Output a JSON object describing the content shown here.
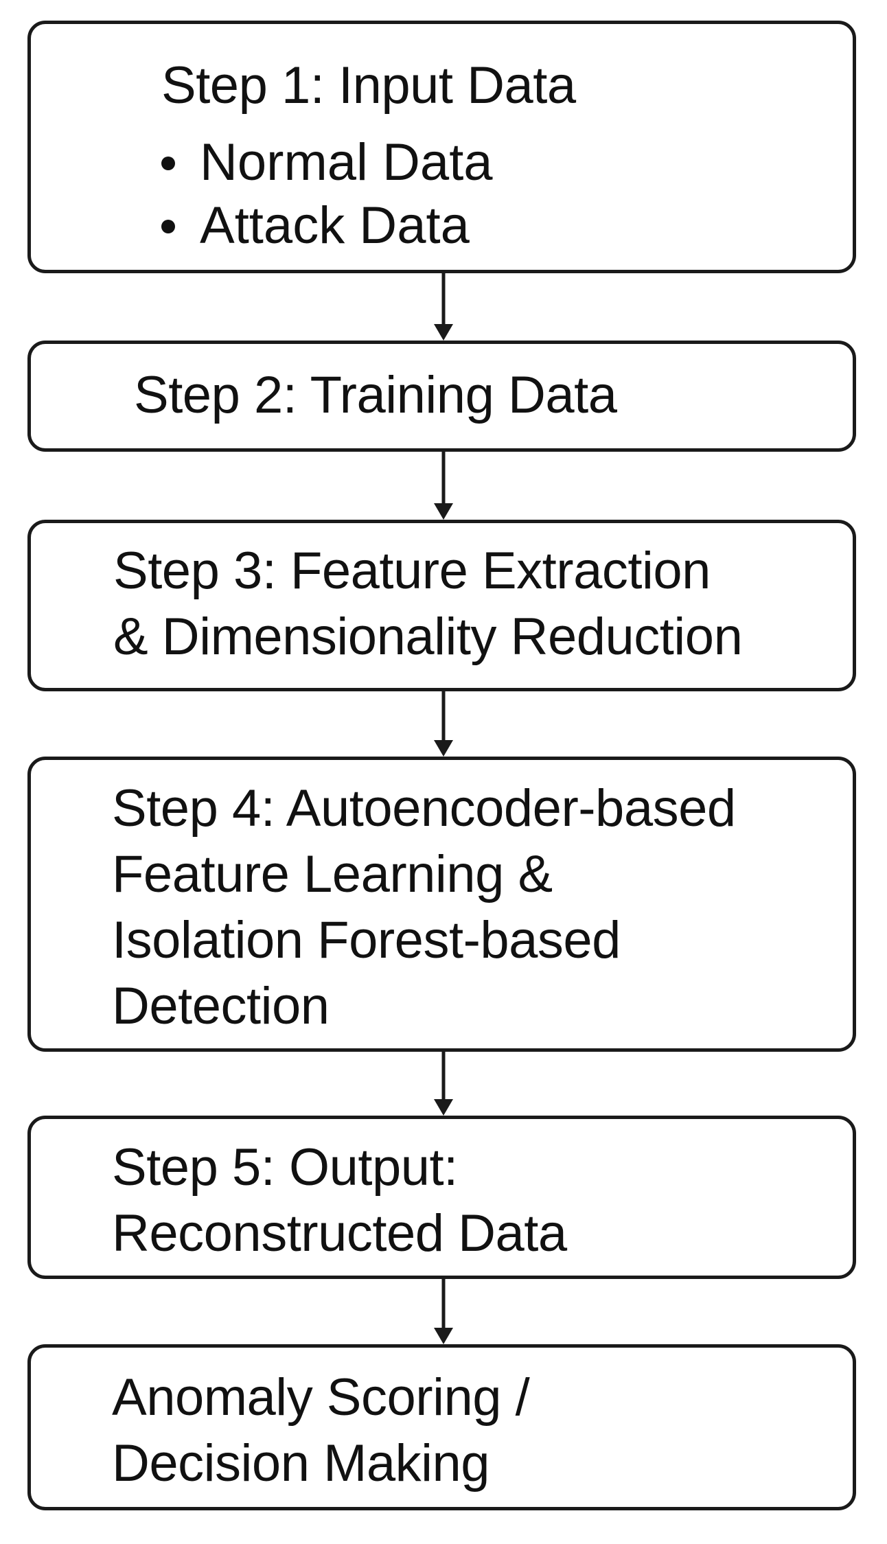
{
  "steps": [
    {
      "title": "Step 1: Input Data",
      "bullets": [
        "Normal Data",
        "Attack Data"
      ]
    },
    {
      "title": "Step 2: Training Data"
    },
    {
      "title": "Step 3: Feature Extraction\n& Dimensionality Reduction"
    },
    {
      "title": "Step 4: Autoencoder-based\nFeature Learning &\nIsolation Forest-based\nDetection"
    },
    {
      "title": "Step 5: Output:\nReconstructed Data"
    },
    {
      "title": "Anomaly Scoring /\nDecision Making"
    }
  ],
  "colors": {
    "stroke": "#1a1a1a",
    "text": "#111111",
    "background": "#ffffff"
  }
}
